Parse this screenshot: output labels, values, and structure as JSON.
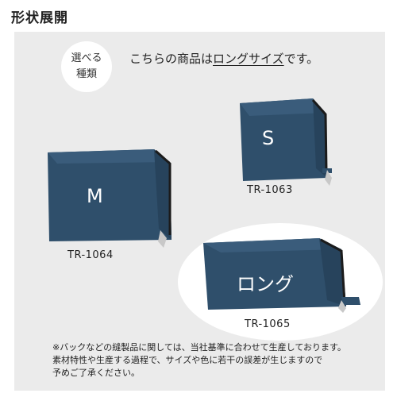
{
  "title": "形状展開",
  "badge": {
    "line1": "選べる",
    "line2": "種類"
  },
  "headline": {
    "prefix": "こちらの商品は",
    "emphasis": "ロングサイズ",
    "suffix": "です。"
  },
  "products": [
    {
      "label": "M",
      "code": "TR-1064"
    },
    {
      "label": "S",
      "code": "TR-1063"
    },
    {
      "label": "ロング",
      "code": "TR-1065"
    }
  ],
  "note": {
    "line1": "※バックなどの縫製品に関しては、当社基準に合わせて生産しております。",
    "line2": "素材特性や生産する過程で、サイズや色に若干の誤差が生じますので",
    "line3": "予めご了承ください。"
  },
  "colors": {
    "bag": "#2f4f6b",
    "panel": "#ebebeb"
  }
}
